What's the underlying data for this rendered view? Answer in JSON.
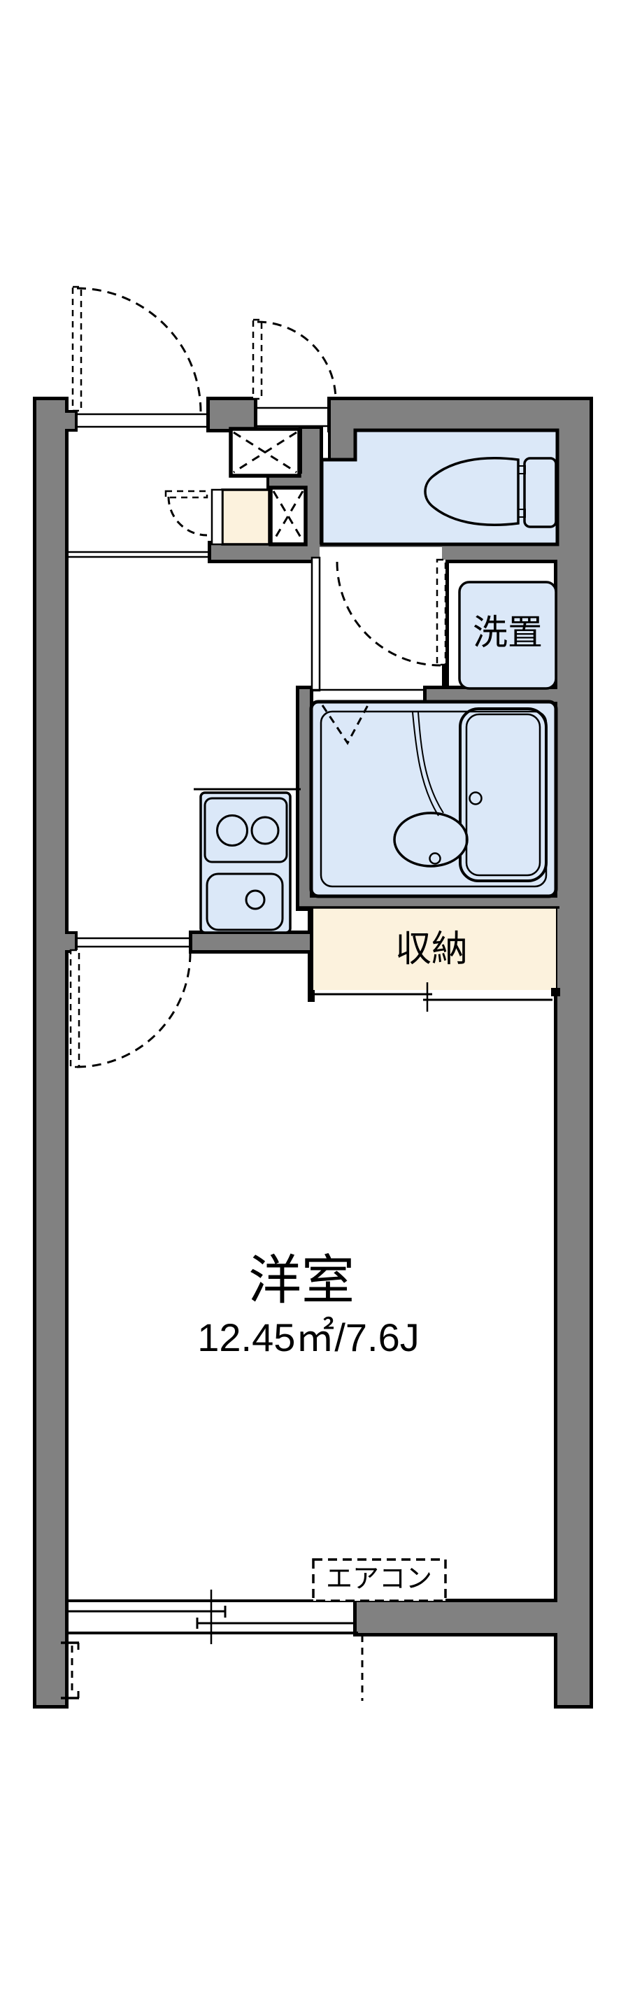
{
  "document": {
    "kind": "apartment-floor-plan"
  },
  "colors": {
    "wall_gray": "#818181",
    "line_black": "#000000",
    "area_blue": "#dbe8f8",
    "closet_cream": "#fcf2dd",
    "background": "#ffffff"
  },
  "labels": {
    "washer_space": "洗置",
    "storage": "収納",
    "room_name": "洋室",
    "room_area": "12.45㎡/7.6J",
    "air_conditioner": "エアコン"
  }
}
